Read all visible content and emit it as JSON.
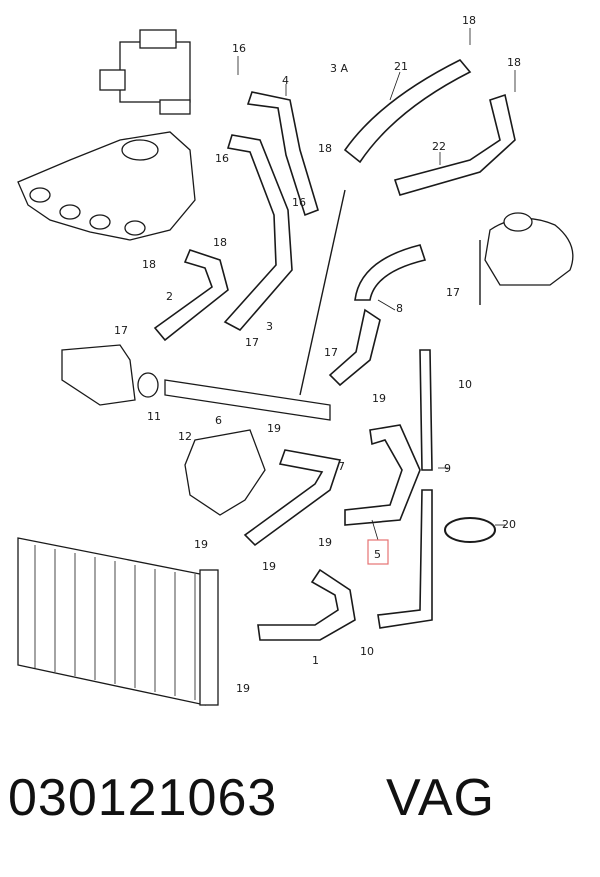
{
  "diagram": {
    "callouts": {
      "c1": "1",
      "c2": "2",
      "c3": "3",
      "c3a": "3 A",
      "c4": "4",
      "c5": "5",
      "c6": "6",
      "c7": "7",
      "c8": "8",
      "c9": "9",
      "c10a": "10",
      "c10b": "10",
      "c11": "11",
      "c12": "12",
      "c16a": "16",
      "c16b": "16",
      "c16c": "16",
      "c17a": "17",
      "c17b": "17",
      "c17c": "17",
      "c17d": "17",
      "c18a": "18",
      "c18b": "18",
      "c18c": "18",
      "c18d": "18",
      "c18e": "18",
      "c19a": "19",
      "c19b": "19",
      "c19c": "19",
      "c19d": "19",
      "c19e": "19",
      "c19f": "19",
      "c20": "20",
      "c21": "21",
      "c22": "22"
    },
    "highlight_color": "#e57373"
  },
  "footer": {
    "part_number": "030121063",
    "brand": "VAG"
  }
}
